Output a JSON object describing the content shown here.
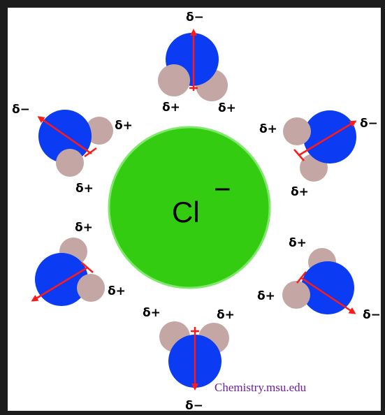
{
  "ion": {
    "symbol": "Cl",
    "charge": "−",
    "color": "#33cc11"
  },
  "colors": {
    "oxygen": "#0b3bf2",
    "hydrogen": "#c4a7a4",
    "dipole_arrow": "#ff1a1a"
  },
  "labels": {
    "delta_minus": "δ−",
    "delta_plus": "δ+"
  },
  "credit": "Chemistry.msu.edu",
  "molecules": [
    {
      "id": "top",
      "minus": "δ−",
      "plus": [
        "δ+",
        "δ+"
      ]
    },
    {
      "id": "upper-left",
      "minus": "δ−",
      "plus": [
        "δ+",
        "δ+"
      ]
    },
    {
      "id": "upper-right",
      "minus": "δ−",
      "plus": [
        "δ+",
        "δ+"
      ]
    },
    {
      "id": "lower-left",
      "minus": "",
      "plus": [
        "δ+",
        "δ+"
      ]
    },
    {
      "id": "lower-right",
      "minus": "δ−",
      "plus": [
        "δ+",
        "δ+"
      ]
    },
    {
      "id": "bottom",
      "minus": "δ−",
      "plus": [
        "δ+",
        "δ+"
      ]
    }
  ]
}
